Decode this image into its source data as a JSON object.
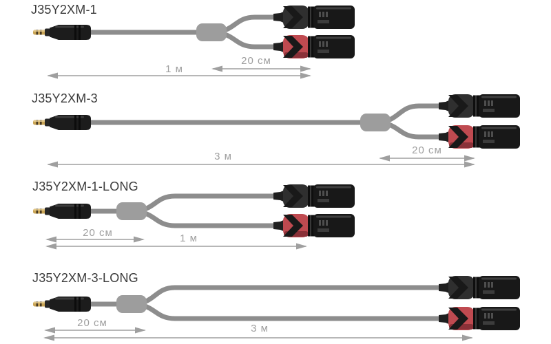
{
  "colors": {
    "background": "#ffffff",
    "cable": "#8d8d8d",
    "splitter": "#9d9d9d",
    "model_text": "#3a3a3a",
    "dimension": "#9f9f9f",
    "xlr_body": "#181818",
    "xlr_red_collar": "#bf4a50",
    "xlr_black_collar": "#2f2f2f",
    "jack_gold": "#c9a455"
  },
  "rows": [
    {
      "model": "J35Y2XM-1",
      "left_connector": "minijack-3.5mm",
      "right_connectors": [
        "xlr-male-black",
        "xlr-male-red"
      ],
      "dims": [
        {
          "label": "1 м"
        },
        {
          "label": "20 см"
        }
      ]
    },
    {
      "model": "J35Y2XM-3",
      "left_connector": "minijack-3.5mm",
      "right_connectors": [
        "xlr-male-black",
        "xlr-male-red"
      ],
      "dims": [
        {
          "label": "3 м"
        },
        {
          "label": "20 см"
        }
      ]
    },
    {
      "model": "J35Y2XM-1-LONG",
      "left_connector": "minijack-3.5mm",
      "right_connectors": [
        "xlr-male-black",
        "xlr-male-red"
      ],
      "dims": [
        {
          "label": "20 см"
        },
        {
          "label": "1 м"
        }
      ]
    },
    {
      "model": "J35Y2XM-3-LONG",
      "left_connector": "minijack-3.5mm",
      "right_connectors": [
        "xlr-male-black",
        "xlr-male-red"
      ],
      "dims": [
        {
          "label": "20 см"
        },
        {
          "label": "3 м"
        }
      ]
    }
  ]
}
